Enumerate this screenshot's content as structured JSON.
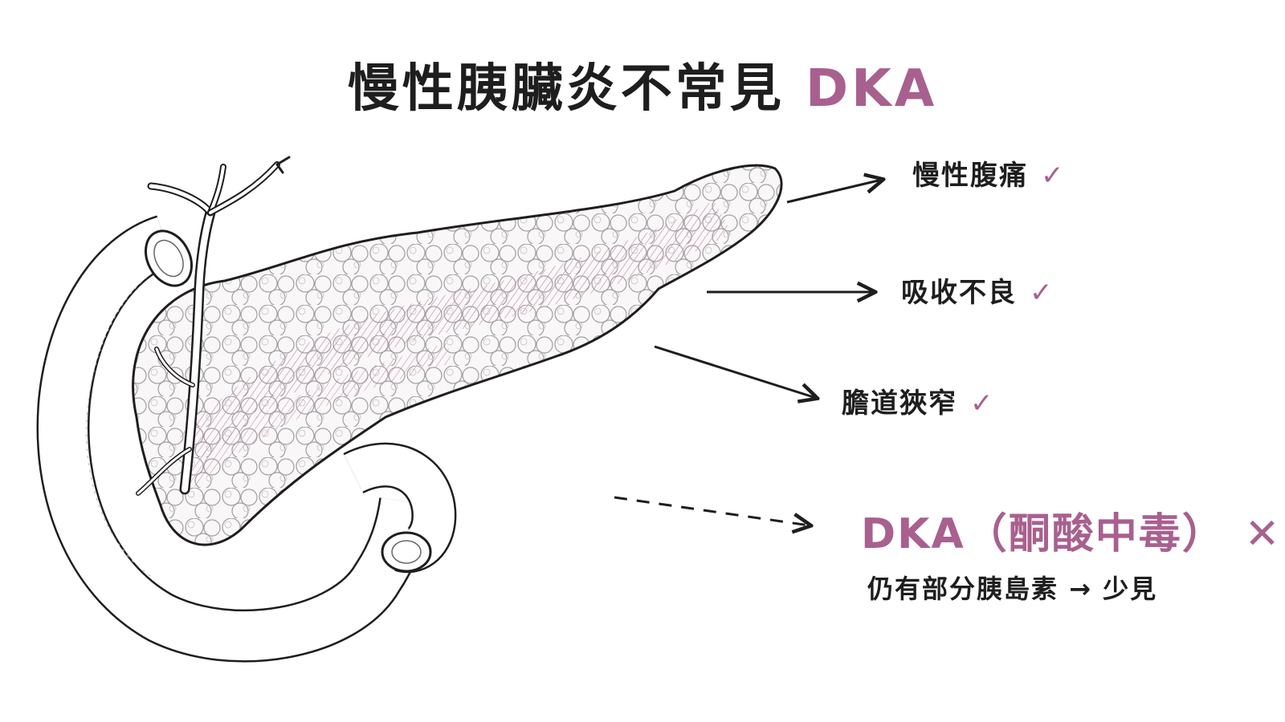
{
  "title": {
    "main": "慢性胰臟炎不常見 ",
    "accent": "DKA"
  },
  "colors": {
    "accent": "#a8608f",
    "ink": "#1e1e1e",
    "tissue_line": "#b77aa0"
  },
  "features": [
    {
      "label": "慢性腹痛",
      "mark": "✓"
    },
    {
      "label": "吸收不良",
      "mark": "✓"
    },
    {
      "label": "膽道狹窄",
      "mark": "✓"
    }
  ],
  "dka": {
    "label": "DKA（酮酸中毒）",
    "mark": "✕",
    "note": "仍有部分胰島素 → 少見"
  },
  "icons": {
    "check": "check-icon",
    "cross": "cross-icon",
    "arrow": "arrow-right-icon"
  }
}
